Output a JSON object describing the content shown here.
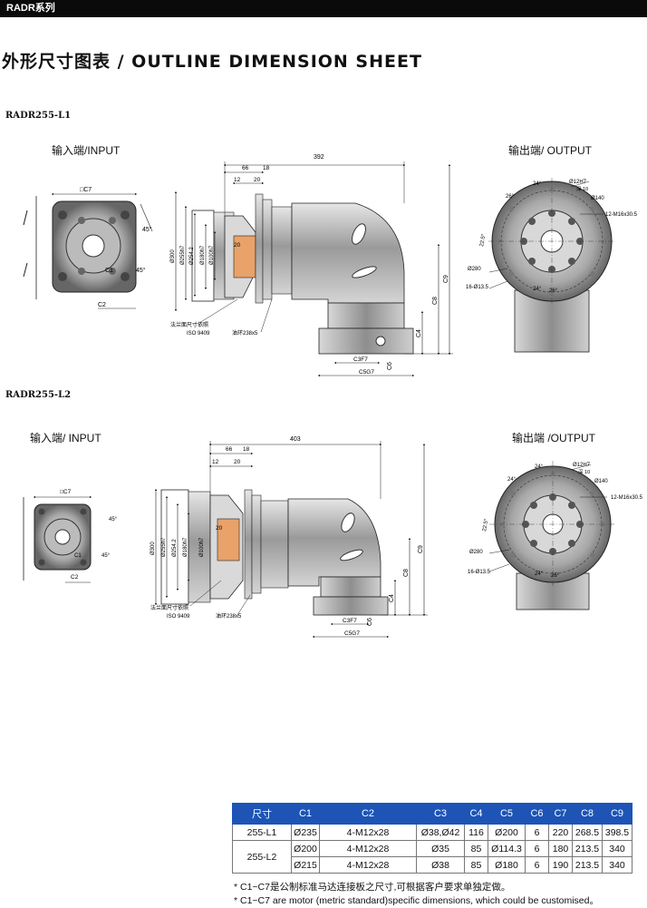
{
  "header": {
    "series": "RADR系列"
  },
  "page_title": "外形尺寸图表 / OUTLINE DIMENSION SHEET",
  "sections": [
    {
      "model": "RADR255-L1",
      "input_label": "输入端/INPUT",
      "output_label": "输出端/ OUTPUT",
      "dims": {
        "overall": "392",
        "d66": "66",
        "d18": "18",
        "d12": "12",
        "d20a": "20",
        "d20b": "20",
        "phi300": "Ø300",
        "phi255": "Ø255h7",
        "phi254": "Ø254.2",
        "phi180": "Ø180h7",
        "phi100": "Ø100h7",
        "c1": "□C7",
        "c2": "C2",
        "c3": "C3F7",
        "c4": "C4",
        "c5": "C5G7",
        "c6": "C6",
        "c8": "C8",
        "c9": "C9",
        "angle45": "45°",
        "c1label": "C1",
        "note_flange": "法兰面尺寸依照",
        "note_iso": "ISO 9409",
        "oilring": "油环238x5",
        "out_phi12": "Ø12H7",
        "out_depth": "深 10",
        "out_phi140": "Ø140",
        "out_m16": "12-M16x30.5",
        "out_phi280": "Ø280",
        "out_holes": "16-Ø13.5",
        "out_a24": "24°",
        "out_a225": "22.5°",
        "out_a26": "26°"
      }
    },
    {
      "model": "RADR255-L2",
      "input_label": "输入端/ INPUT",
      "output_label": "输出端 /OUTPUT",
      "dims": {
        "overall": "403",
        "d66": "66",
        "d18": "18",
        "d12": "12",
        "d20a": "20",
        "d20b": "20",
        "phi300": "Ø300",
        "phi255": "Ø255h7",
        "phi254": "Ø254.2",
        "phi180": "Ø180h7",
        "phi100": "Ø100h7",
        "c1": "□C7",
        "c2": "C2",
        "c3": "C3F7",
        "c4": "C4",
        "c5": "C5G7",
        "c6": "C6",
        "c8": "C8",
        "c9": "C9",
        "angle45": "45°",
        "c1label": "C1",
        "note_flange": "法兰面尺寸依照",
        "note_iso": "ISO 9409",
        "oilring": "油环238x5",
        "out_phi12": "Ø12H7",
        "out_depth": "深 10",
        "out_phi140": "Ø140",
        "out_m16": "12-M16x30.5",
        "out_phi280": "Ø280",
        "out_holes": "16-Ø13.5",
        "out_a24": "24°",
        "out_a225": "22.5°",
        "out_a26": "26°"
      }
    }
  ],
  "table": {
    "headers": [
      "尺寸",
      "C1",
      "C2",
      "C3",
      "C4",
      "C5",
      "C6",
      "C7",
      "C8",
      "C9"
    ],
    "row1": [
      "255-L1",
      "Ø235",
      "4-M12x28",
      "Ø38,Ø42",
      "116",
      "Ø200",
      "6",
      "220",
      "268.5",
      "398.5"
    ],
    "row2_label": "255-L2",
    "row2": [
      "Ø200",
      "4-M12x28",
      "Ø35",
      "85",
      "Ø114.3",
      "6",
      "180",
      "213.5",
      "340"
    ],
    "row3": [
      "Ø215",
      "4-M12x28",
      "Ø38",
      "85",
      "Ø180",
      "6",
      "190",
      "213.5",
      "340"
    ]
  },
  "notes": {
    "cn": "* C1~C7是公制标准马达连接板之尺寸,可根据客户要求单独定做。",
    "en": "* C1~C7 are motor (metric standard)specific dimensions, which could be customised。"
  },
  "colors": {
    "table_header": "#1d54b6",
    "topbar": "#0a0a0a"
  }
}
